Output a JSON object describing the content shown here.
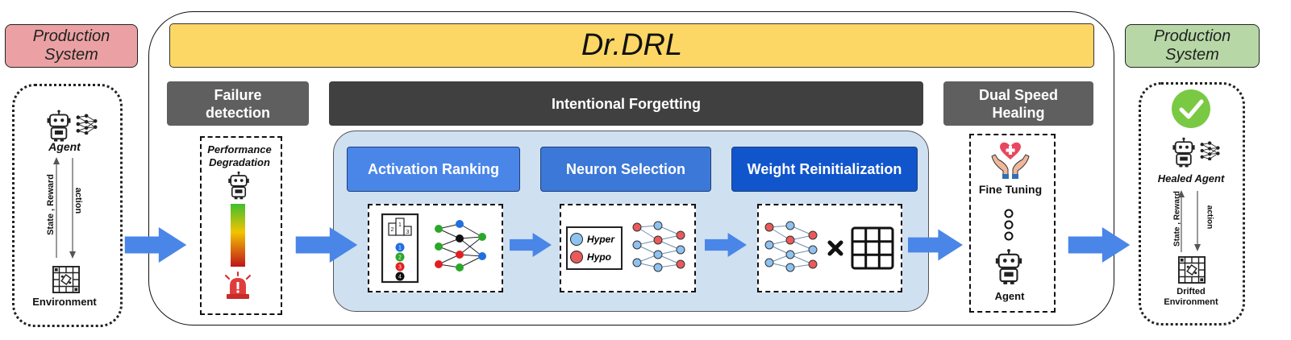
{
  "title": "Dr.DRL",
  "left_system": {
    "title": "Production System",
    "agent_label": "Agent",
    "state_reward_label": "State , Reward",
    "action_label": "action",
    "environment_label": "Environment"
  },
  "failure_detection": {
    "title": "Failure detection",
    "box_label": "Performance Degradation"
  },
  "intentional_forgetting": {
    "title": "Intentional Forgetting",
    "steps": [
      {
        "label": "Activation Ranking"
      },
      {
        "label": "Neuron Selection"
      },
      {
        "label": "Weight Reinitialization"
      }
    ],
    "hyper_label": "Hyper",
    "hypo_label": "Hypo",
    "rank_numbers": [
      "1",
      "2",
      "3",
      "4"
    ],
    "podium_numbers": [
      "2",
      "1",
      "3"
    ]
  },
  "dual_speed_healing": {
    "title": "Dual Speed Healing",
    "fine_tuning_label": "Fine Tuning",
    "agent_label": "Agent"
  },
  "right_system": {
    "title": "Production System",
    "healed_agent_label": "Healed Agent",
    "state_reward_label": "State , Reward",
    "action_label": "action",
    "environment_label": "Drifted Environment"
  },
  "colors": {
    "banner": "#fdd765",
    "phase_header": "#5f5f5f",
    "forgetting_header": "#404040",
    "panel": "#cfe0f1",
    "step1": "#4a86e8",
    "step2": "#3c78d8",
    "step3": "#1155cc",
    "flow_arrow": "#4a86e8",
    "red_title": "#eba1a3",
    "green_title": "#b7d8a6"
  }
}
